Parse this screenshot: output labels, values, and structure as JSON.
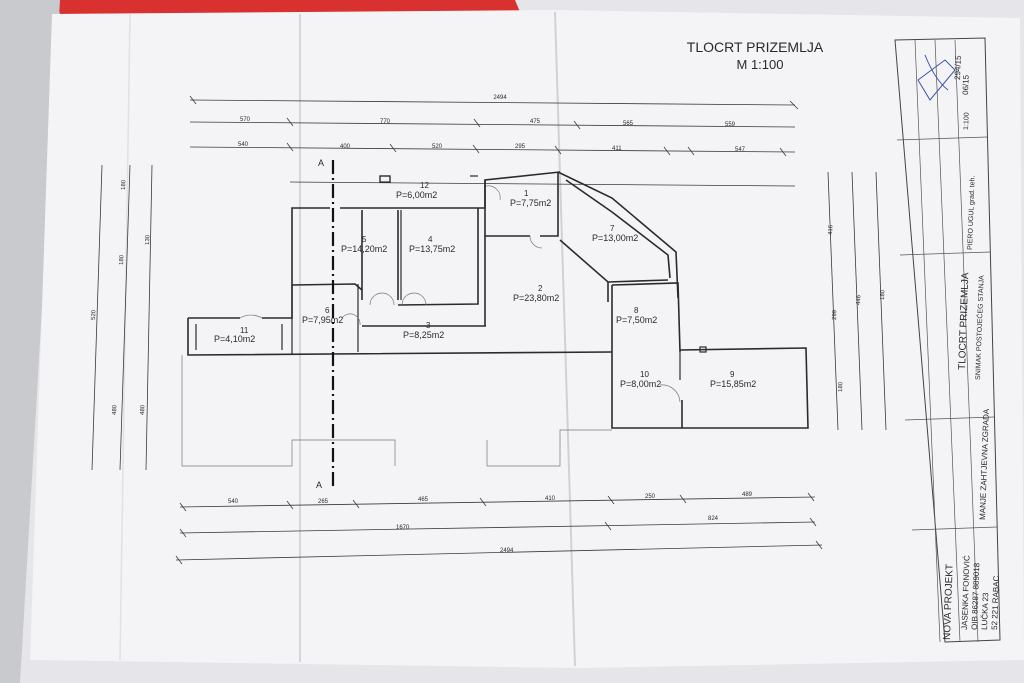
{
  "title": {
    "line1": "TLOCRT PRIZEMLJA",
    "line2": "M 1:100"
  },
  "section_marker": {
    "top": "A",
    "bottom": "A"
  },
  "rooms": [
    {
      "no": "1",
      "area": "P=7,75m2"
    },
    {
      "no": "2",
      "area": "P=23,80m2"
    },
    {
      "no": "3",
      "area": "P=8,25m2"
    },
    {
      "no": "4",
      "area": "P=13,75m2"
    },
    {
      "no": "5",
      "area": "P=14,20m2"
    },
    {
      "no": "6",
      "area": "P=7,95m2"
    },
    {
      "no": "7",
      "area": "P=13,00m2"
    },
    {
      "no": "8",
      "area": "P=7,50m2"
    },
    {
      "no": "9",
      "area": "P=15,85m2"
    },
    {
      "no": "10",
      "area": "P=8,00m2"
    },
    {
      "no": "11",
      "area": "P=4,10m2"
    },
    {
      "no": "12",
      "area": "P=6,00m2"
    }
  ],
  "dims_top": {
    "overall": "2494",
    "row2": [
      "570",
      "770",
      "475",
      "565",
      "559"
    ],
    "row3": [
      "540",
      "400",
      "520",
      "295",
      "411",
      "547"
    ]
  },
  "dims_bottom": {
    "row1": [
      "540",
      "265",
      "465",
      "410",
      "250",
      "489"
    ],
    "row2": [
      "1670",
      "824"
    ],
    "overall": "2494"
  },
  "dims_left": [
    "520",
    "180",
    "180",
    "130",
    "480",
    "480"
  ],
  "dims_right": [
    "416",
    "299",
    "446",
    "180",
    "180"
  ],
  "title_block": {
    "project_no": "294/15",
    "date": "06/15",
    "scale": "1:100",
    "drawing_title": "TLOCRT PRIZEMLJA",
    "description": "SNIMAK POSTOJEĆEG STANJA",
    "building": "MANJE ZAHTJEVNA ZGRADA",
    "investor": "PIERO UGUL grad. teh.",
    "company": "NOVA PROJEKT",
    "address_lines": [
      "JASENKA FONOVIĆ",
      "OIB 86287 889018",
      "LUČKA 23",
      "52 221 RABAC"
    ]
  }
}
